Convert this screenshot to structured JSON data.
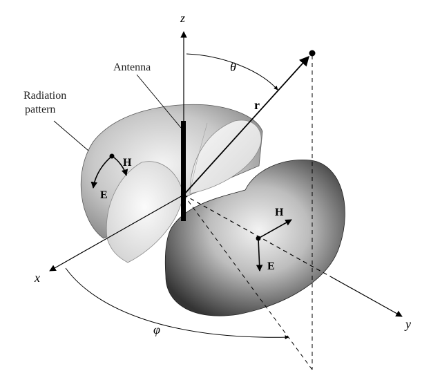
{
  "labels": {
    "z_axis": "z",
    "x_axis": "x",
    "y_axis": "y",
    "theta": "θ",
    "phi": "φ",
    "r": "r",
    "antenna": "Antenna",
    "radiation_line1": "Radiation",
    "radiation_line2": "pattern",
    "h_left": "H",
    "e_left": "E",
    "h_right": "H",
    "e_right": "E"
  },
  "colors": {
    "ink": "#000000",
    "left_lobe_light": "#eeeeee",
    "left_lobe_dark": "#8a8a8a",
    "right_lobe_light": "#efefef",
    "right_lobe_dark": "#3a3a3a"
  }
}
